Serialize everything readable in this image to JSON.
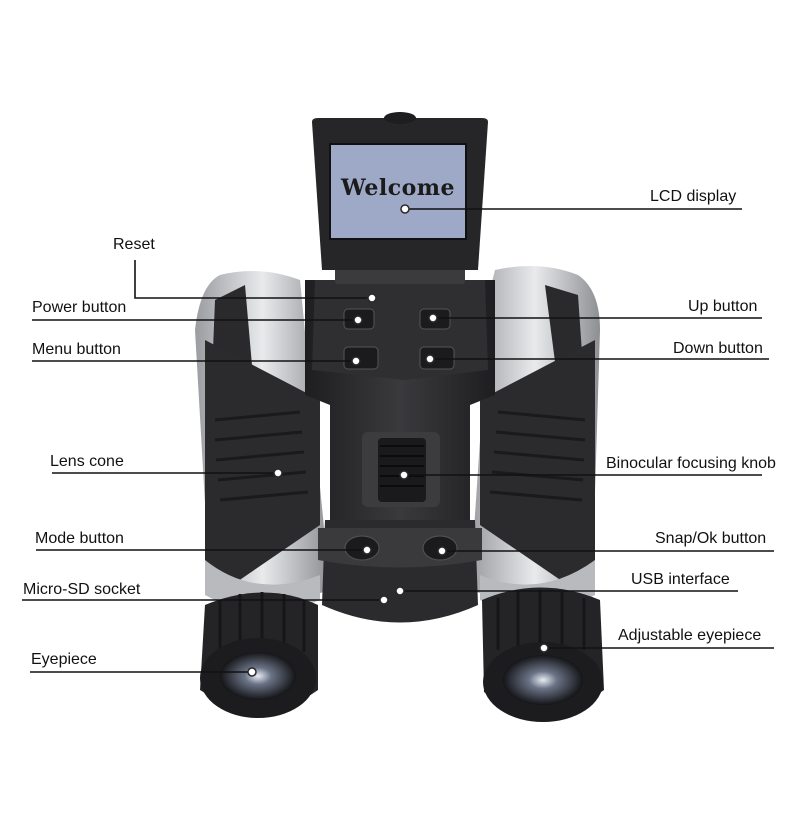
{
  "screen": {
    "text": "Welcome"
  },
  "labels": {
    "lcd_display": "LCD display",
    "reset": "Reset",
    "power_button": "Power button",
    "up_button": "Up button",
    "menu_button": "Menu button",
    "down_button": "Down button",
    "lens_cone": "Lens cone",
    "focusing_knob": "Binocular focusing knob",
    "mode_button": "Mode button",
    "snap_ok_button": "Snap/Ok button",
    "micro_sd_socket": "Micro-SD socket",
    "usb_interface": "USB interface",
    "eyepiece": "Eyepiece",
    "adjustable_eyepiece": "Adjustable eyepiece"
  },
  "colors": {
    "body": "#2b2b2d",
    "silver": "#c9cbce",
    "screen": "#9ea9c7",
    "leader": "#111111",
    "dot": "#ffffff"
  }
}
